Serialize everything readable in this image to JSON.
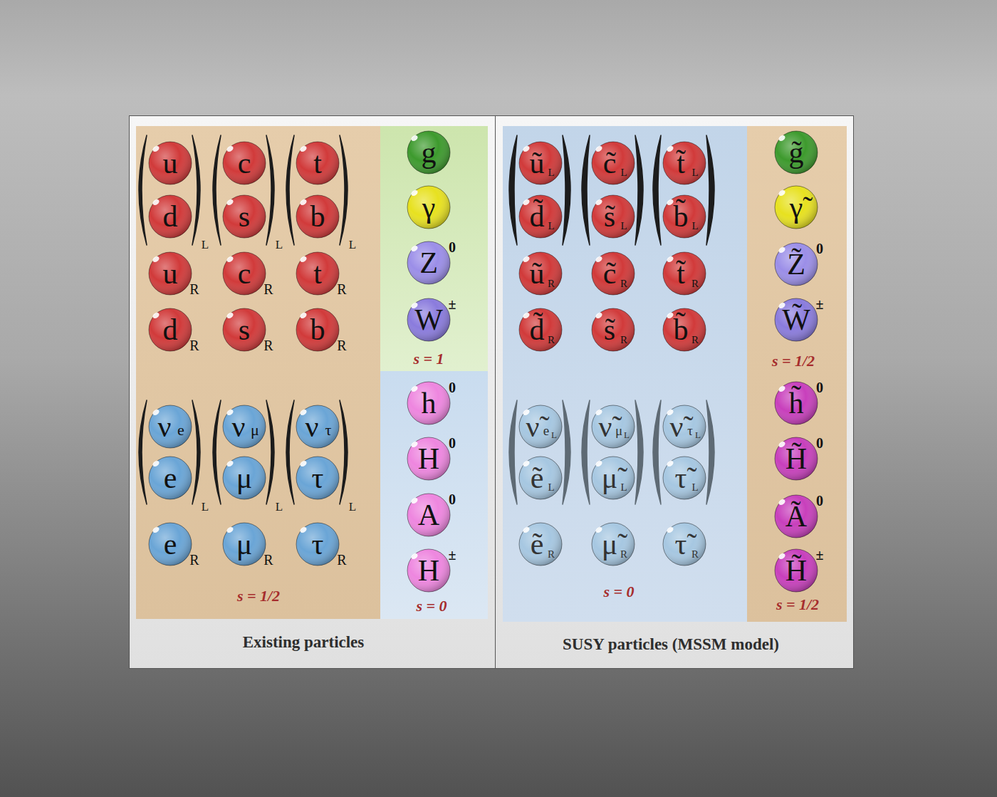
{
  "diagram": {
    "nodes": [
      {
        "text": [
          "Existing particles"
        ]
      },
      {
        "text": [
          "s = 1/2"
        ],
        "in": 0
      },
      {
        "text": [
          "u"
        ],
        "in": 1
      },
      {
        "text": [
          "c"
        ],
        "in": 1
      },
      {
        "text": [
          "t"
        ],
        "in": 1
      },
      {
        "text": [
          "d"
        ],
        "in": 1
      },
      {
        "text": [
          "s"
        ],
        "in": 1
      },
      {
        "text": [
          "b"
        ],
        "in": 1
      },
      {
        "text": [
          "u",
          "R"
        ],
        "in": 1
      },
      {
        "text": [
          "c",
          "R"
        ],
        "in": 1
      },
      {
        "text": [
          "t",
          "R"
        ],
        "in": 1
      },
      {
        "text": [
          "d",
          "R"
        ],
        "in": 1
      },
      {
        "text": [
          "s",
          "R"
        ],
        "in": 1
      },
      {
        "text": [
          "b",
          "R"
        ],
        "in": 1
      },
      {
        "text": [
          "ν",
          "e"
        ],
        "in": 1
      },
      {
        "text": [
          "ν",
          "μ"
        ],
        "in": 1
      },
      {
        "text": [
          "ν",
          "τ"
        ],
        "in": 1
      },
      {
        "text": [
          "e"
        ],
        "in": 1
      },
      {
        "text": [
          "μ"
        ],
        "in": 1
      },
      {
        "text": [
          "τ"
        ],
        "in": 1
      },
      {
        "text": [
          "e",
          "R"
        ],
        "in": 1
      },
      {
        "text": [
          "μ",
          "R"
        ],
        "in": 1
      },
      {
        "text": [
          "τ",
          "R"
        ],
        "in": 1
      },
      {
        "text": [
          "s = 1"
        ],
        "in": 0
      },
      {
        "text": [
          "g"
        ],
        "in": 23
      },
      {
        "text": [
          "γ"
        ],
        "in": 23
      },
      {
        "text": [
          "Z",
          "0"
        ],
        "in": 23
      },
      {
        "text": [
          "W",
          "±"
        ],
        "in": 23
      },
      {
        "text": [
          "s = 0"
        ],
        "in": 0
      },
      {
        "text": [
          "h",
          "0"
        ],
        "in": 28
      },
      {
        "text": [
          "H",
          "0"
        ],
        "in": 28
      },
      {
        "text": [
          "A",
          "0"
        ],
        "in": 28
      },
      {
        "text": [
          "H",
          "±"
        ],
        "in": 28
      },
      {
        "text": [
          "SUSY particles (MSSM model)"
        ]
      },
      {
        "text": [
          "s = 0"
        ],
        "in": 33
      },
      {
        "text": [
          "ũ",
          "L"
        ],
        "in": 34
      },
      {
        "text": [
          "c̃",
          "L"
        ],
        "in": 34
      },
      {
        "text": [
          "t̃",
          "L"
        ],
        "in": 34
      },
      {
        "text": [
          "d̃",
          "L"
        ],
        "in": 34
      },
      {
        "text": [
          "s̃",
          "L"
        ],
        "in": 34
      },
      {
        "text": [
          "b̃",
          "L"
        ],
        "in": 34
      },
      {
        "text": [
          "ũ",
          "R"
        ],
        "in": 34
      },
      {
        "text": [
          "c̃",
          "R"
        ],
        "in": 34
      },
      {
        "text": [
          "t̃",
          "R"
        ],
        "in": 34
      },
      {
        "text": [
          "d̃",
          "R"
        ],
        "in": 34
      },
      {
        "text": [
          "s̃",
          "R"
        ],
        "in": 34
      },
      {
        "text": [
          "b̃",
          "R"
        ],
        "in": 34
      },
      {
        "text": [
          "ν̃",
          "e",
          "L"
        ],
        "in": 34
      },
      {
        "text": [
          "ν̃",
          "μ",
          "L"
        ],
        "in": 34
      },
      {
        "text": [
          "ν̃",
          "τ",
          "L"
        ],
        "in": 34
      },
      {
        "text": [
          "ẽ",
          "L"
        ],
        "in": 34
      },
      {
        "text": [
          "μ̃",
          "L"
        ],
        "in": 34
      },
      {
        "text": [
          "τ̃",
          "L"
        ],
        "in": 34
      },
      {
        "text": [
          "ẽ",
          "R"
        ],
        "in": 34
      },
      {
        "text": [
          "μ̃",
          "R"
        ],
        "in": 34
      },
      {
        "text": [
          "τ̃",
          "R"
        ],
        "in": 34
      },
      {
        "text": [
          "s = 1/2"
        ],
        "in": 33
      },
      {
        "text": [
          "g̃"
        ],
        "in": 56
      },
      {
        "text": [
          "γ̃"
        ],
        "in": 56
      },
      {
        "text": [
          "Z̃",
          "0"
        ],
        "in": 56
      },
      {
        "text": [
          "W̃",
          "±"
        ],
        "in": 56
      },
      {
        "text": [
          "s = 1/2"
        ],
        "in": 33
      },
      {
        "text": [
          "h̃",
          "0"
        ],
        "in": 61
      },
      {
        "text": [
          "H̃",
          "0"
        ],
        "in": 61
      },
      {
        "text": [
          "Ã",
          "0"
        ],
        "in": 61
      },
      {
        "text": [
          "H̃",
          "±"
        ],
        "in": 61
      }
    ],
    "labels": [
      "L",
      "L",
      "L",
      "L",
      "L",
      "L"
    ]
  }
}
